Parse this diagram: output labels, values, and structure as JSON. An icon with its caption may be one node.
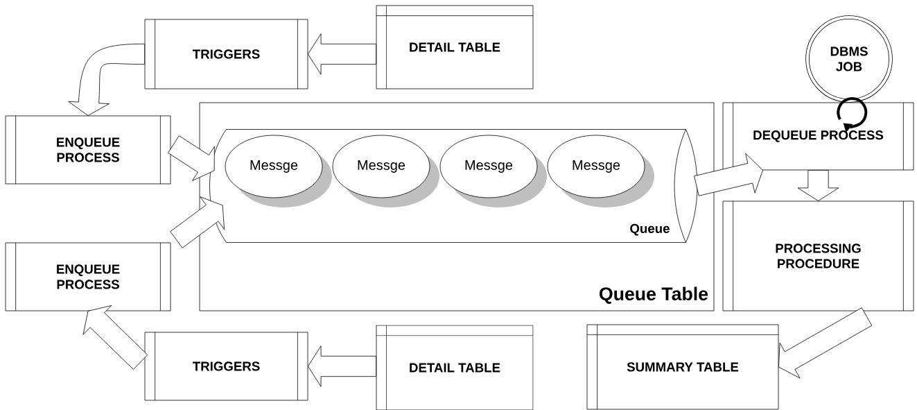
{
  "diagram": {
    "nodes": [
      {
        "text": [
          "DETAIL TABLE"
        ]
      },
      {
        "text": [
          "TRIGGERS"
        ]
      },
      {
        "text": [
          "DBMS JOB"
        ]
      },
      {
        "text": [
          "ENQUEUE PROCESS"
        ]
      },
      {
        "text": [
          "Queue Table"
        ]
      },
      {
        "text": [
          "Queue"
        ],
        "in": 4
      },
      {
        "text": [
          "Messge"
        ],
        "in": 5
      },
      {
        "text": [
          "Messge"
        ],
        "in": 5
      },
      {
        "text": [
          "Messge"
        ],
        "in": 5
      },
      {
        "text": [
          "Messge"
        ],
        "in": 5
      },
      {
        "text": [
          "DEQUEUE PROCESS"
        ]
      },
      {
        "text": [
          "PROCESSING PROCEDURE"
        ]
      },
      {
        "text": [
          "ENQUEUE PROCESS"
        ]
      },
      {
        "text": [
          "TRIGGERS"
        ]
      },
      {
        "text": [
          "DETAIL TABLE"
        ]
      },
      {
        "text": [
          "SUMMARY TABLE"
        ]
      }
    ],
    "edges": [
      {
        "from": 0,
        "to": 1,
        "arrow": "to"
      },
      {
        "from": 1,
        "to": 3,
        "arrow": "to"
      },
      {
        "from": 3,
        "to": 5,
        "arrow": "to"
      },
      {
        "from": 12,
        "to": 5,
        "arrow": "to"
      },
      {
        "from": 5,
        "to": 10,
        "arrow": "to"
      },
      {
        "from": 10,
        "to": 11,
        "arrow": "to"
      },
      {
        "from": 11,
        "to": 15,
        "arrow": "to"
      },
      {
        "from": 14,
        "to": 13,
        "arrow": "to"
      },
      {
        "from": 13,
        "to": 12,
        "arrow": "to"
      }
    ]
  }
}
